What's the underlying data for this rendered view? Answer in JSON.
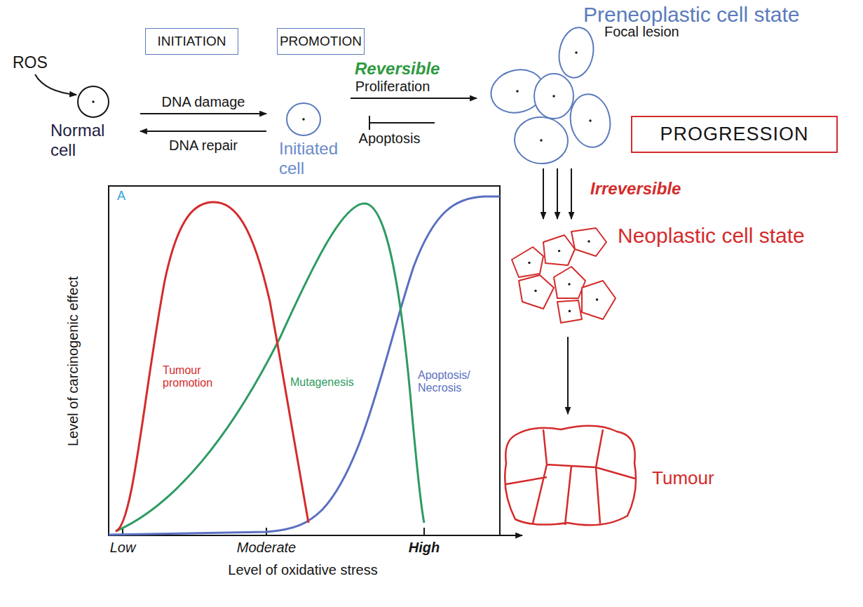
{
  "diagram": {
    "nodes": [
      {
        "text": [
          "INITIATION"
        ]
      },
      {
        "text": [
          "PROMOTION"
        ]
      },
      {
        "text": [
          "Normal cell"
        ]
      },
      {
        "text": [
          "Initiated cell"
        ]
      },
      {
        "text": [
          "Preneoplastic cell state",
          "Focal lesion"
        ]
      },
      {
        "text": [
          "PROGRESSION"
        ]
      },
      {
        "text": [
          "Neoplastic cell state"
        ]
      },
      {
        "text": [
          "Tumour"
        ]
      }
    ],
    "edges": [
      {
        "from": 2,
        "to": 3,
        "label": "DNA damage",
        "arrow": "to"
      },
      {
        "from": 3,
        "to": 2,
        "label": "DNA repair",
        "arrow": "to"
      },
      {
        "from": 3,
        "to": 4,
        "label": "Proliferation",
        "arrow": "to"
      },
      {
        "from": 4,
        "to": 3,
        "label": "Apoptosis",
        "arrow": "none"
      },
      {
        "from": 4,
        "to": 6,
        "arrow": "to"
      },
      {
        "from": 4,
        "to": 6,
        "arrow": "to"
      },
      {
        "from": 4,
        "to": 6,
        "arrow": "to"
      },
      {
        "from": 6,
        "to": 7,
        "arrow": "to"
      }
    ],
    "labels": [
      "ROS",
      "Reversible",
      "Irreversible",
      "A",
      "Tumour promotion",
      "Mutagenesis",
      "Apoptosis/ Necrosis",
      "Level of carcinogenic effect",
      "Low",
      "Moderate",
      "High",
      "Level of oxidative stress"
    ]
  }
}
